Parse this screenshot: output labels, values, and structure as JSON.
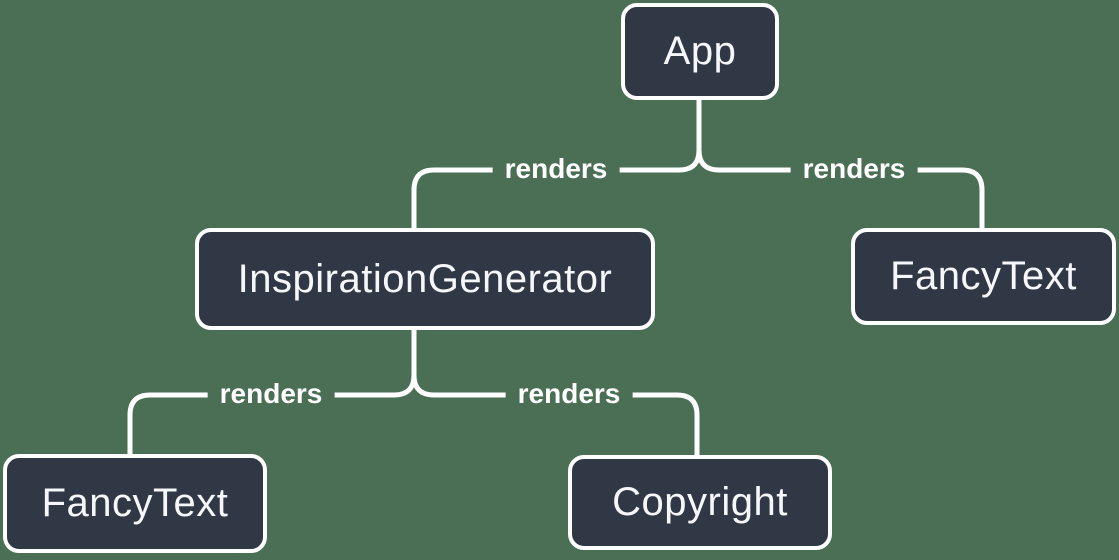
{
  "diagram": {
    "type": "component-render-tree",
    "colors": {
      "background": "#4b6f55",
      "node_fill": "#313845",
      "node_border": "#ffffff",
      "node_text": "#f5f7fa",
      "connector": "#ffffff",
      "edge_label_text": "#ffffff"
    },
    "nodes": {
      "app": {
        "label": "App"
      },
      "inspiration_generator": {
        "label": "InspirationGenerator"
      },
      "fancy_text_right": {
        "label": "FancyText"
      },
      "fancy_text_left": {
        "label": "FancyText"
      },
      "copyright": {
        "label": "Copyright"
      }
    },
    "edges": [
      {
        "from": "App",
        "to": "InspirationGenerator",
        "label": "renders"
      },
      {
        "from": "App",
        "to": "FancyText",
        "label": "renders"
      },
      {
        "from": "InspirationGenerator",
        "to": "FancyText",
        "label": "renders"
      },
      {
        "from": "InspirationGenerator",
        "to": "Copyright",
        "label": "renders"
      }
    ]
  }
}
